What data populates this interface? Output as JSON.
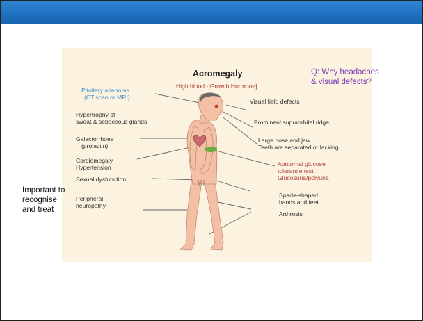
{
  "figure": {
    "title": "Acromegaly",
    "subtitle": "High blood -[Growth Hormone]",
    "labels": {
      "pituitary_line1": "Pituitary adenoma",
      "pituitary_line2": "(CT scan or MRI)",
      "hypertrophy_line1": "Hypertrophy of",
      "hypertrophy_line2": "sweat & sebaceous glands",
      "galactorrhoea_line1": "Galactorrhoea",
      "galactorrhoea_line2": "(prolactin)",
      "cardio_line1": "Cardiomegaly",
      "cardio_line2": "Hypertension",
      "sexual": "Sexual dysfunction",
      "peripheral_line1": "Peripheral",
      "peripheral_line2": "neuropathy",
      "visual_field": "Visual field defects",
      "supraorbital": "Prominent supraorbital ridge",
      "nose_jaw_line1": "Large nose and jaw",
      "nose_jaw_line2": "Teeth are separated or lacking",
      "glucose_line1": "Abnormal glucose",
      "glucose_line2": "tolerance test",
      "glucose_line3": "Glucosuria/polyuria",
      "spade_line1": "Spade-shaped",
      "spade_line2": "hands and feet",
      "arthrosis": "Arthrosis"
    }
  },
  "side_note": {
    "line1": "Important to",
    "line2": "recognise",
    "line3": "and treat"
  },
  "question": {
    "line1": "Q: Why headaches",
    "line2": "& visual defects?"
  },
  "colors": {
    "header": "#1e6fc0",
    "panel": "#fbf2e0",
    "question": "#7d39b5",
    "blue_label": "#3d8ec9",
    "red_label": "#b0423a",
    "skin": "#f3c0a6"
  }
}
